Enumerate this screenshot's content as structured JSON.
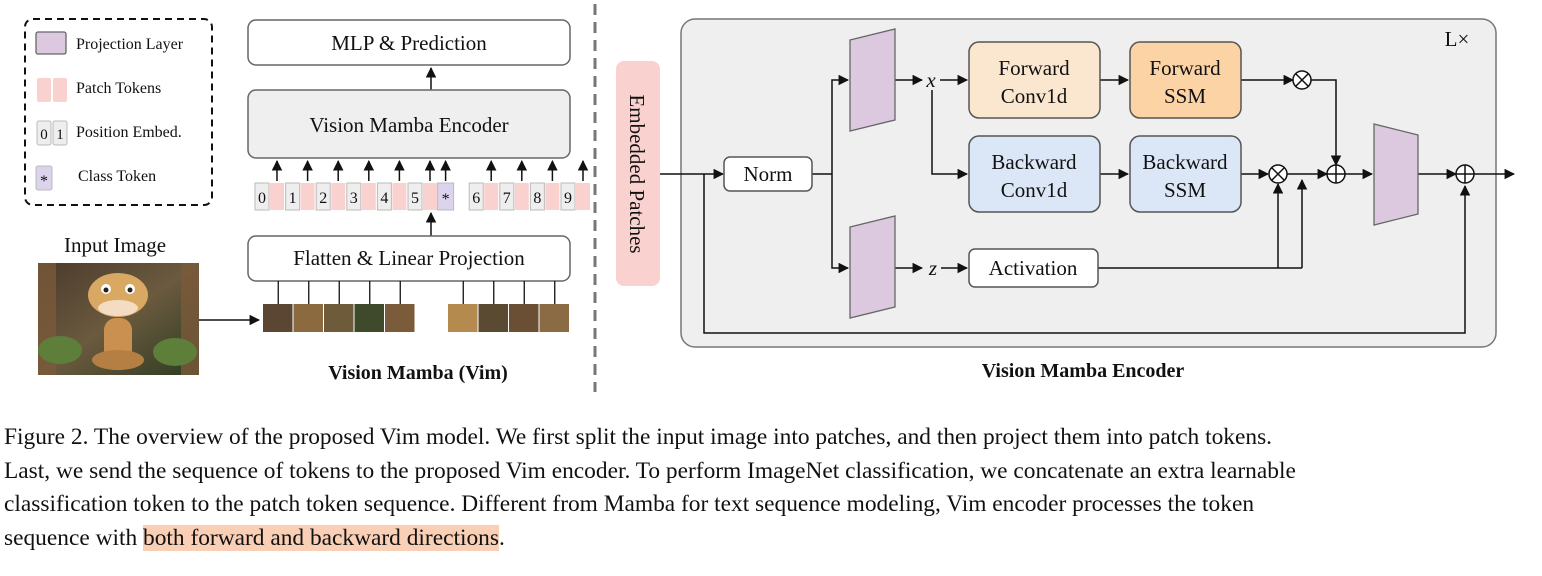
{
  "legend": {
    "projection_layer": "Projection Layer",
    "patch_tokens": "Patch Tokens",
    "position_embed": "Position Embed.",
    "position_embed_digits": [
      "0",
      "1"
    ],
    "class_token": "Class Token",
    "class_token_symbol": "*"
  },
  "vim": {
    "mlp_prediction": "MLP & Prediction",
    "encoder": "Vision Mamba Encoder",
    "flatten": "Flatten & Linear Projection",
    "input_image": "Input Image",
    "tokens": [
      "0",
      "1",
      "2",
      "3",
      "4",
      "5",
      "*",
      "6",
      "7",
      "8",
      "9"
    ],
    "title": "Vision Mamba (Vim)"
  },
  "encoder": {
    "embedded_patches": "Embedded Patches",
    "norm": "Norm",
    "x_label": "x",
    "z_label": "z",
    "forward_conv": [
      "Forward",
      "Conv1d"
    ],
    "forward_ssm": [
      "Forward",
      "SSM"
    ],
    "backward_conv": [
      "Backward",
      "Conv1d"
    ],
    "backward_ssm": [
      "Backward",
      "SSM"
    ],
    "activation": "Activation",
    "repeat": "L×",
    "title": "Vision Mamba Encoder"
  },
  "colors": {
    "projection": "#dcc9e0",
    "patch_token": "#f9d2d0",
    "forward_conv": "#fbe6cf",
    "forward_ssm": "#fbd3a5",
    "backward": "#dbe7f6",
    "class_token": "#dcd3ec",
    "highlight": "#f9cfb6",
    "panel": "#efefef"
  },
  "caption": {
    "label": "Figure 2.",
    "line1": "The overview of the proposed Vim model. We first split the input image into patches, and then project them into patch tokens.",
    "line2": "Last, we send the sequence of tokens to the proposed Vim encoder. To perform ImageNet classification, we concatenate an extra learnable",
    "line3": "classification token to the patch token sequence. Different from Mamba for text sequence modeling, Vim encoder processes the token",
    "line4_pre": "sequence with",
    "line4_highlight": "both forward and backward directions",
    "line4_post": "."
  }
}
